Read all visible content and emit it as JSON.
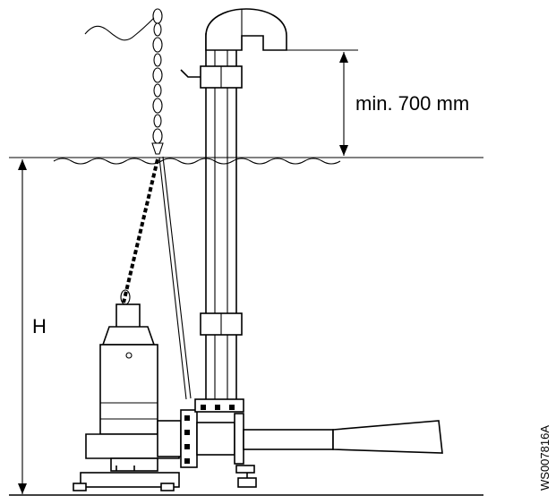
{
  "diagram": {
    "min_clearance_label": "min. 700 mm",
    "depth_label": "H",
    "drawing_code": "WS007816A"
  },
  "colors": {
    "line": "#000000",
    "background": "#ffffff"
  },
  "icons": [
    "chain-icon",
    "water-surface-icon",
    "dimension-arrow-icon"
  ]
}
